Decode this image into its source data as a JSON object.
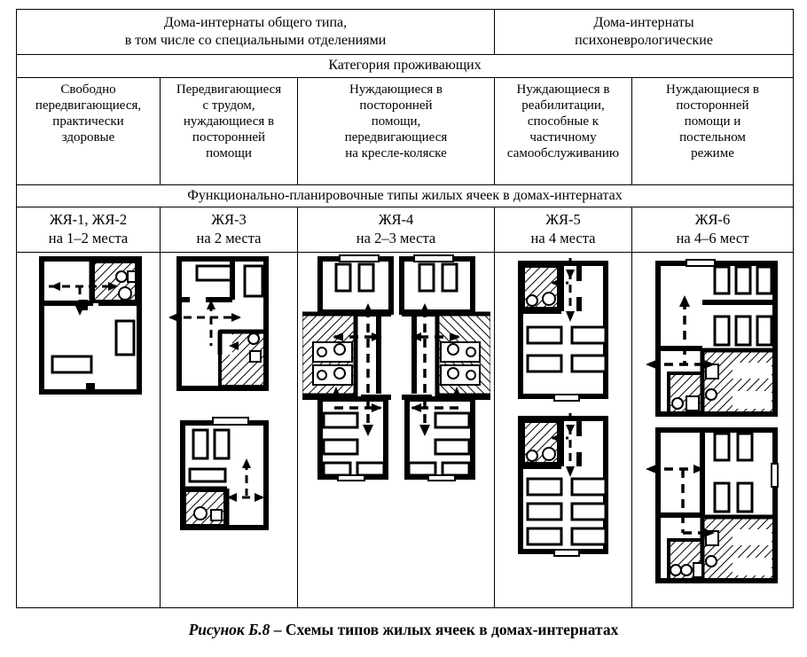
{
  "table": {
    "facility_headers": [
      {
        "lines": [
          "Дома-интернаты общего типа,",
          "в том числе со специальными отделениями"
        ],
        "colspan": 3
      },
      {
        "lines": [
          "Дома-интернаты",
          "психоневрологические"
        ],
        "colspan": 2
      }
    ],
    "band_category": "Категория проживающих",
    "categories": [
      {
        "lines": [
          "Свободно",
          "передвигающиеся,",
          "практически",
          "здоровые"
        ]
      },
      {
        "lines": [
          "Передвигающиеся",
          "с трудом,",
          "нуждающиеся в",
          "посторонней",
          "помощи"
        ]
      },
      {
        "lines": [
          "Нуждающиеся в",
          "посторонней",
          "помощи,",
          "передвигающиеся",
          "на кресле-коляске"
        ]
      },
      {
        "lines": [
          "Нуждающиеся в",
          "реабилитации,",
          "способные к",
          "частичному",
          "самообслуживанию"
        ]
      },
      {
        "lines": [
          "Нуждающиеся в",
          "посторонней",
          "помощи и",
          "постельном",
          "режиме"
        ]
      }
    ],
    "band_functional": "Функционально-планировочные типы жилых ячеек в домах-интернатах",
    "cell_types": [
      {
        "code": "ЖЯ-1, ЖЯ-2",
        "capacity": "на 1–2 места"
      },
      {
        "code": "ЖЯ-3",
        "capacity": "на 2 места"
      },
      {
        "code": "ЖЯ-4",
        "capacity": "на 2–3 места"
      },
      {
        "code": "ЖЯ-5",
        "capacity": "на 4 места"
      },
      {
        "code": "ЖЯ-6",
        "capacity": "на 4–6 мест"
      }
    ],
    "plans": [
      {
        "name": "plan-zhya-1-2",
        "units": 1,
        "description": "Схема жилой ячейки ЖЯ-1, ЖЯ-2: прихожая, санузел с унитазом и раковиной (заштрихован), жилая комната с кроватью и шкафом"
      },
      {
        "name": "plan-zhya-3",
        "units": 2,
        "description": "Две схемы жилой ячейки ЖЯ-3 на 2 места: прихожая, санузел (заштрихован), жилая комната с двумя кроватями"
      },
      {
        "name": "plan-zhya-4",
        "units": 2,
        "description": "Две зеркальные схемы жилой ячейки ЖЯ-4 на 2–3 места с санузлами для кресла-коляски (заштрихованы) и коридором"
      },
      {
        "name": "plan-zhya-5",
        "units": 2,
        "description": "Две схемы жилой ячейки ЖЯ-5 на 4 места: санузел (заштрихован), четыре кровати"
      },
      {
        "name": "plan-zhya-6",
        "units": 2,
        "description": "Две схемы жилой ячейки ЖЯ-6 на 4–6 мест: большой санузел (заштрихован), шесть кроватей"
      }
    ]
  },
  "caption": {
    "figure_label": "Рисунок Б.8",
    "dash": " – ",
    "text": "Схемы типов жилых ячеек в домах-интернатах"
  },
  "colors": {
    "ink": "#000000",
    "paper": "#ffffff"
  }
}
